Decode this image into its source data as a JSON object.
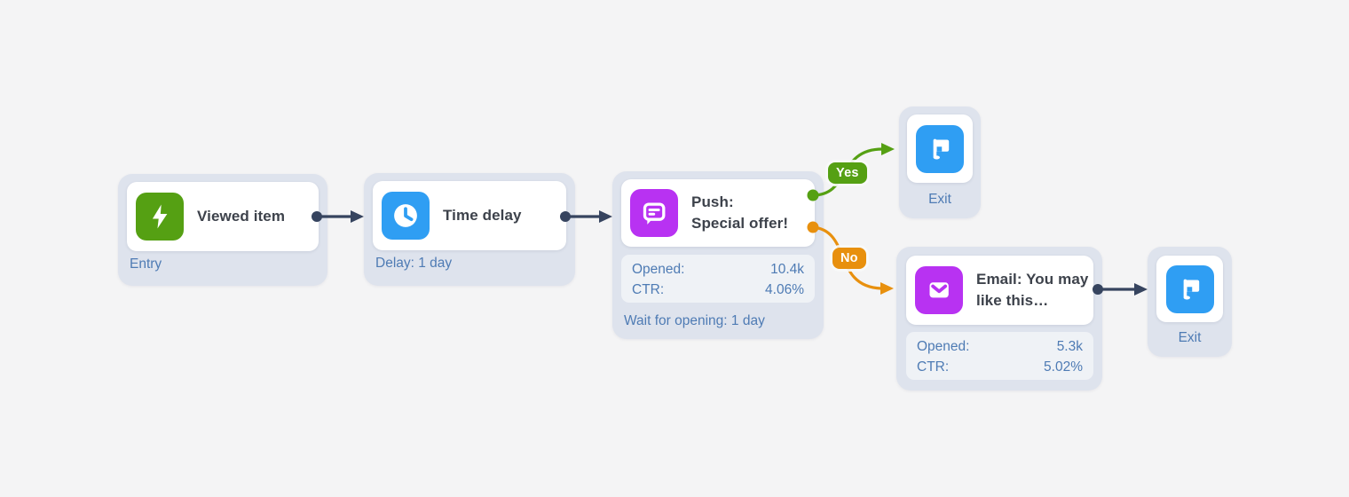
{
  "colors": {
    "background": "#f4f4f5",
    "node_container": "#dee3ed",
    "connector_navy": "#36445f",
    "green": "#55a013",
    "orange": "#e8900e",
    "blue": "#2f9ef3",
    "purple": "#b832f2",
    "title_text": "#3d424b",
    "blue_text": "#4e7bb4"
  },
  "labels": {
    "yes": "Yes",
    "no": "No"
  },
  "nodes": {
    "viewed_item": {
      "title": "Viewed item",
      "subtitle": "Entry",
      "icon": "lightning-icon"
    },
    "time_delay": {
      "title": "Time delay",
      "subtitle": "Delay: 1 day",
      "icon": "clock-icon"
    },
    "push": {
      "title_line1": "Push:",
      "title_line2": "Special offer!",
      "stats": {
        "opened_label": "Opened:",
        "opened_value": "10.4k",
        "ctr_label": "CTR:",
        "ctr_value": "4.06%"
      },
      "subtitle": "Wait for opening: 1 day",
      "icon": "chat-bubble-icon"
    },
    "exit_top": {
      "title": "Exit",
      "icon": "flag-icon"
    },
    "email": {
      "title_line1": "Email: You may",
      "title_line2": "like this…",
      "stats": {
        "opened_label": "Opened:",
        "opened_value": "5.3k",
        "ctr_label": "CTR:",
        "ctr_value": "5.02%"
      },
      "icon": "envelope-icon"
    },
    "exit_bottom": {
      "title": "Exit",
      "icon": "flag-icon"
    }
  }
}
